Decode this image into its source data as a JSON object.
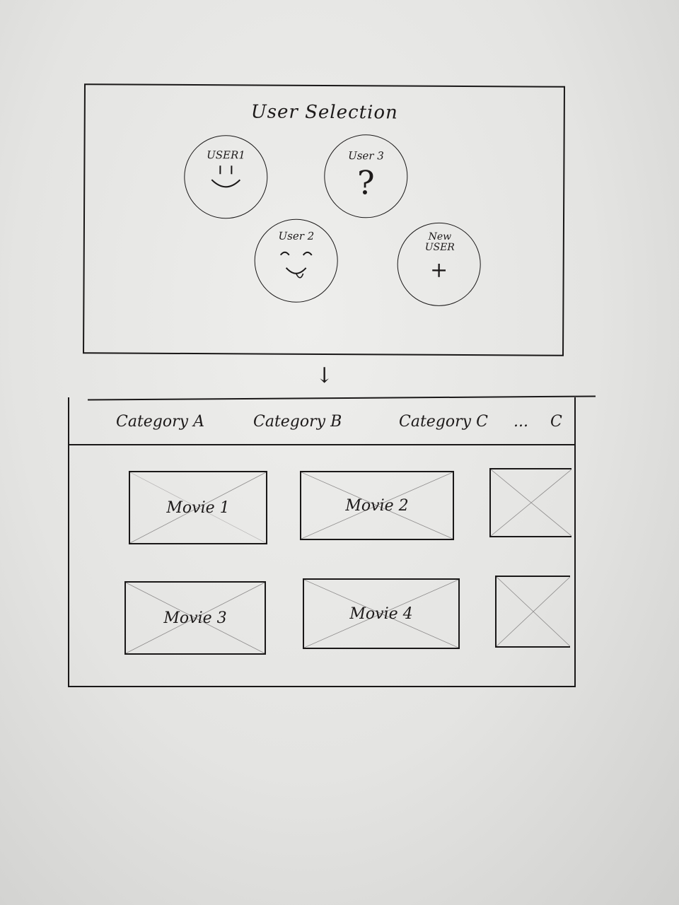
{
  "user_selection": {
    "title": "User Selection",
    "users": [
      {
        "label": "USER1",
        "face": "smile-icon"
      },
      {
        "label": "User 2",
        "face": "happy-face-icon"
      },
      {
        "label": "User 3",
        "face": "?"
      },
      {
        "label": "New USER",
        "face": "+"
      }
    ]
  },
  "transition_arrow": "↓",
  "browse": {
    "tabs": [
      "Category A",
      "Category B",
      "Category C",
      "...",
      "C"
    ],
    "movies": [
      "Movie 1",
      "Movie 2",
      "Movie 3",
      "Movie 4"
    ]
  }
}
